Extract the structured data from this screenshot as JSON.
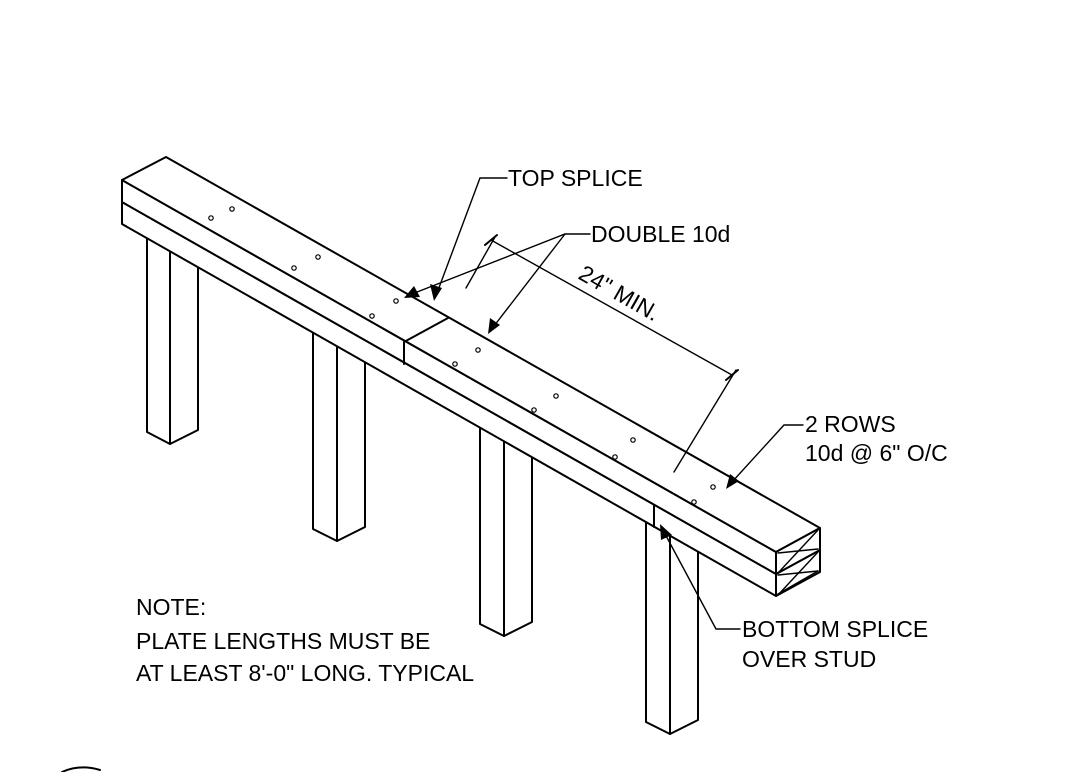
{
  "callouts": {
    "top_splice": "TOP SPLICE",
    "double_nail": "DOUBLE 10d",
    "dimension": "24\" MIN.",
    "rows_line1": "2 ROWS",
    "rows_line2": "10d @ 6\" O/C",
    "bottom_splice_line1": "BOTTOM SPLICE",
    "bottom_splice_line2": "OVER STUD"
  },
  "note": {
    "heading": "NOTE:",
    "line1": "PLATE LENGTHS MUST BE",
    "line2": "AT LEAST 8'-0\" LONG. TYPICAL"
  }
}
